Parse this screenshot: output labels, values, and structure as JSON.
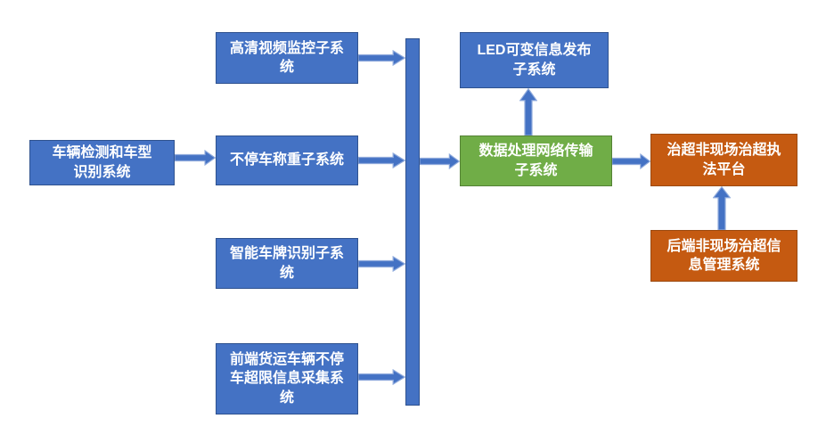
{
  "diagram": {
    "background": "#FFFFFF",
    "nodes": {
      "vehicle_detection": {
        "label": "车辆检测和车型\n识别系统",
        "color": "blue"
      },
      "hd_video": {
        "label": "高清视频监控子系\n统",
        "color": "blue"
      },
      "weigh_in_motion": {
        "label": "不停车称重子系统",
        "color": "blue"
      },
      "plate_recognition": {
        "label": "智能车牌识别子系\n统",
        "color": "blue"
      },
      "front_collection": {
        "label": "前端货运车辆不停\n车超限信息采集系\n统",
        "color": "blue"
      },
      "led_display": {
        "label": "LED可变信息发布\n子系统",
        "color": "blue"
      },
      "data_processing": {
        "label": "数据处理网络传输\n子系统",
        "color": "green"
      },
      "enforcement_platform": {
        "label": "治超非现场治超执\n法平台",
        "color": "orange"
      },
      "backend_management": {
        "label": "后端非现场治超信\n息管理系统",
        "color": "orange"
      }
    },
    "edges": [
      {
        "from": "vehicle_detection",
        "to": "weigh_in_motion"
      },
      {
        "from": "hd_video",
        "to": "collector_bar"
      },
      {
        "from": "weigh_in_motion",
        "to": "collector_bar"
      },
      {
        "from": "plate_recognition",
        "to": "collector_bar"
      },
      {
        "from": "front_collection",
        "to": "collector_bar"
      },
      {
        "from": "collector_bar",
        "to": "data_processing"
      },
      {
        "from": "data_processing",
        "to": "led_display"
      },
      {
        "from": "data_processing",
        "to": "enforcement_platform"
      },
      {
        "from": "backend_management",
        "to": "enforcement_platform"
      }
    ],
    "colors": {
      "blue_fill": "#4472C4",
      "blue_border": "#2F528F",
      "green_fill": "#70AD47",
      "green_border": "#548235",
      "orange_fill": "#C55A11",
      "orange_border": "#9C4A10",
      "arrow_fill": "#4472C4",
      "arrow_stroke": "#8FAADC",
      "text": "#FFFFFF"
    }
  }
}
